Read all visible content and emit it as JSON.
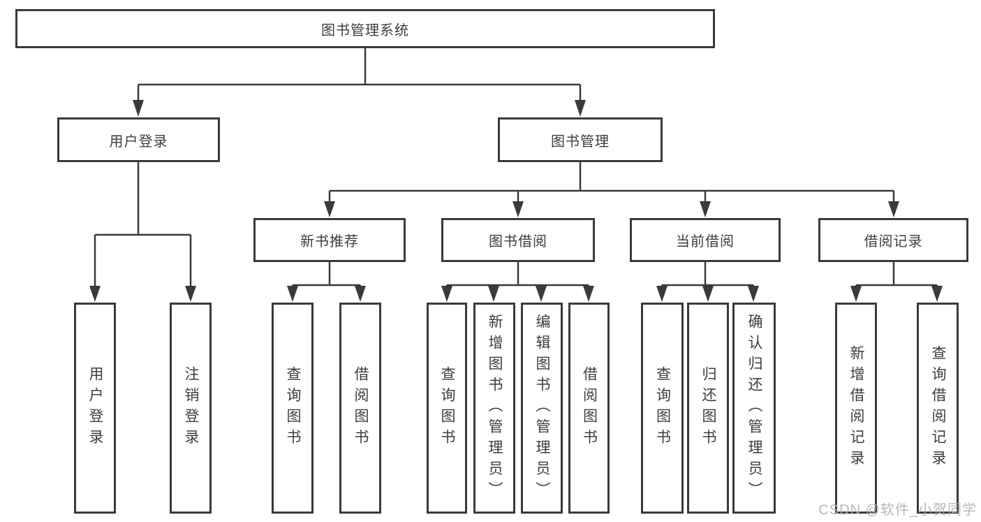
{
  "diagram_title": "图书管理系统",
  "colors": {
    "line": "#3a3a3a",
    "box_border": "#3a3a3a",
    "text": "#3d3d3d",
    "watermark": "#adb2b5",
    "background": "#ffffff"
  },
  "tree": {
    "label": "图书管理系统",
    "children": [
      {
        "label": "用户登录",
        "children": [
          {
            "label": "用户登录"
          },
          {
            "label": "注销登录"
          }
        ]
      },
      {
        "label": "图书管理",
        "children": [
          {
            "label": "新书推荐",
            "children": [
              {
                "label": "查询图书"
              },
              {
                "label": "借阅图书"
              }
            ]
          },
          {
            "label": "图书借阅",
            "children": [
              {
                "label": "查询图书"
              },
              {
                "label": "新增图书（管理员）"
              },
              {
                "label": "编辑图书（管理员）"
              },
              {
                "label": "借阅图书"
              }
            ]
          },
          {
            "label": "当前借阅",
            "children": [
              {
                "label": "查询图书"
              },
              {
                "label": "归还图书"
              },
              {
                "label": "确认归还（管理员）"
              }
            ]
          },
          {
            "label": "借阅记录",
            "children": [
              {
                "label": "新增借阅记录"
              },
              {
                "label": "查询借阅记录"
              }
            ]
          }
        ]
      }
    ]
  },
  "watermark": {
    "text": "CSDN @软件_小贺同学"
  }
}
